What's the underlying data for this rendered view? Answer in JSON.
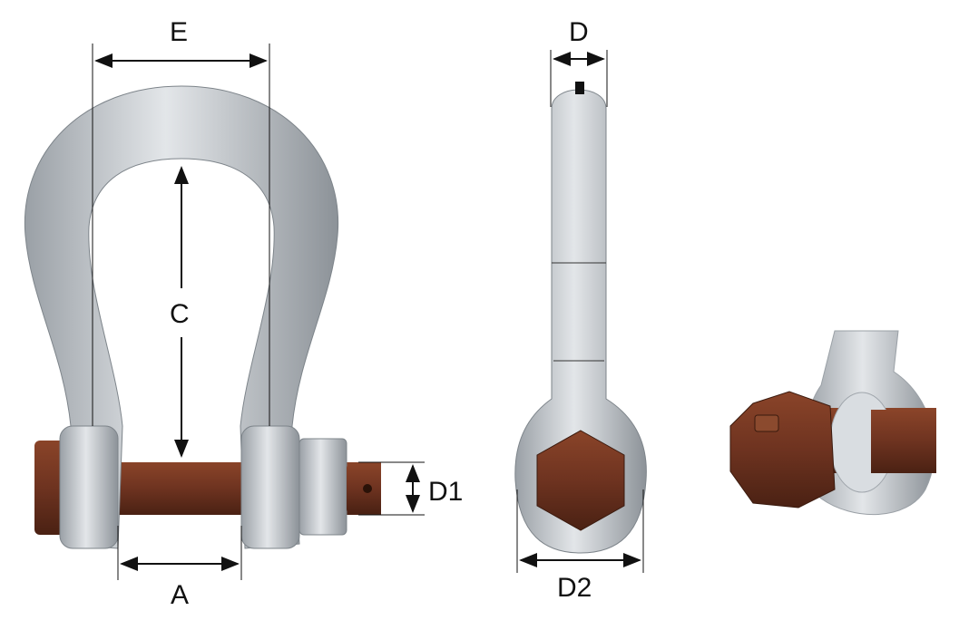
{
  "diagram": {
    "labels": {
      "E": "E",
      "C": "C",
      "A": "A",
      "D1": "D1",
      "D": "D",
      "D2": "D2"
    },
    "colors": {
      "body": "#c9cdd2",
      "body_shadow": "#8f959c",
      "pin": "#7a3a22",
      "pin_dark": "#4e2414",
      "line": "#111111"
    }
  }
}
